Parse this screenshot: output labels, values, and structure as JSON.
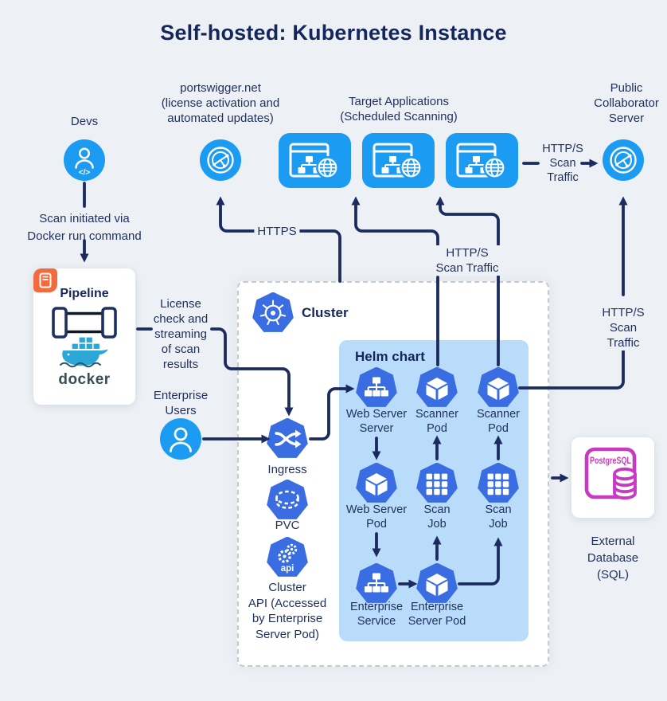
{
  "title": "Self-hosted: Kubernetes Instance",
  "labels": {
    "devs": "Devs",
    "portswigger": "portswigger.net\n(license activation and\nautomated updates)",
    "target_apps": "Target Applications\n(Scheduled Scanning)",
    "collaborator": "Public\nCollaborator\nServer",
    "scan_traffic_top": "HTTP/S\nScan\nTraffic",
    "scan_initiated": "Scan initiated via\nDocker run command",
    "pipeline": "Pipeline",
    "docker": "docker",
    "license": "License\ncheck and\nstreaming\nof scan\nresults",
    "https": "HTTPS",
    "enterprise_users": "Enterprise\nUsers",
    "cluster": "Cluster",
    "helm": "Helm chart",
    "scan_traffic_mid": "HTTP/S\nScan Traffic",
    "scan_traffic_right": "HTTP/S\nScan Traffic",
    "ingress": "Ingress",
    "pvc": "PVC",
    "api": "api",
    "cluster_api": "Cluster\nAPI (Accessed\nby Enterprise\nServer Pod)",
    "web_server_server": "Web Server\nServer",
    "scanner_pod_1": "Scanner\nPod",
    "scanner_pod_2": "Scanner\nPod",
    "web_server_pod": "Web Server\nPod",
    "scan_job_1": "Scan\nJob",
    "scan_job_2": "Scan\nJob",
    "enterprise_service": "Enterprise\nService",
    "enterprise_server_pod": "Enterprise\nServer Pod",
    "postgresql": "PostgreSQL",
    "external_db": "External\nDatabase (SQL)"
  },
  "colors": {
    "background": "#edf1f5",
    "navy_text_arrows": "#1b2b5f",
    "bright_blue": "#1b9cf2",
    "kubernetes_blue": "#3a6ce2",
    "helm_box_blue": "#b9dcfa",
    "pipeline_orange": "#f26a3d",
    "postgres_magenta": "#c83ac2",
    "docker_blue": "#2aa7d6"
  },
  "icons": {
    "devs": "person-code-icon",
    "portswigger": "globe-network-icon",
    "target_app": "browser-sitemap-globe-icon",
    "collaborator": "globe-network-icon",
    "pipeline": "pipe-segment-icon",
    "docker": "docker-whale-icon",
    "kubernetes": "ship-wheel-heptagon-icon",
    "ingress": "shuffle-heptagon-icon",
    "pvc": "dashed-cylinder-heptagon-icon",
    "cluster_api": "gears-api-heptagon-icon",
    "service": "sitemap-heptagon-icon",
    "pod": "cube-heptagon-icon",
    "job": "grid-heptagon-icon",
    "database": "postgresql-cylinder-icon"
  }
}
